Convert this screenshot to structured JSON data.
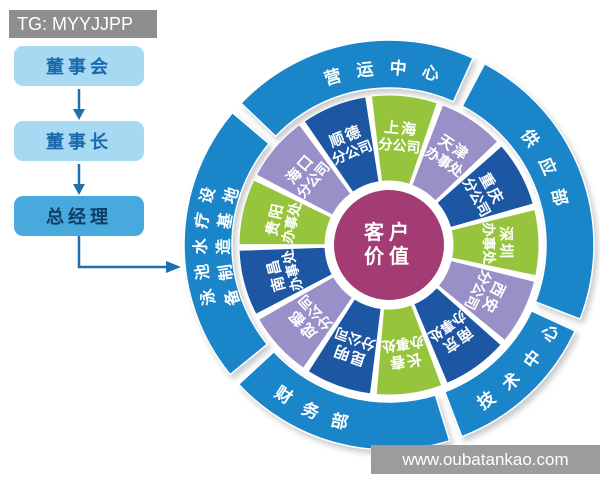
{
  "tag_bar": {
    "text": "TG: MYYJJPP"
  },
  "flowchart": {
    "nodes": [
      {
        "label": "董事会"
      },
      {
        "label": "董事长"
      },
      {
        "label": "总经理"
      }
    ]
  },
  "diagram": {
    "type": "radial-org-chart",
    "center": {
      "label": "客户价值",
      "lines": [
        "客户",
        "价值"
      ],
      "color": "#a33b74"
    },
    "palette": {
      "ring_blue": "#1a85c8",
      "dark_blue": "#1d57a4",
      "green": "#96c53d",
      "purple": "#9a90c8"
    },
    "outer_ring": [
      {
        "label": "营运中心",
        "start": -48,
        "end": 26,
        "text_mid": 0,
        "text_span": 66,
        "orient": "outward"
      },
      {
        "label": "供应部",
        "start": 26,
        "end": 113,
        "text_mid": 66,
        "text_span": 56,
        "orient": "outward"
      },
      {
        "label": "技术中心",
        "start": 113,
        "end": 161,
        "text_mid": 131,
        "text_span": 62,
        "orient": "inward"
      },
      {
        "label": "财务部",
        "start": 161,
        "end": 229,
        "text_mid": 203,
        "text_span": 56,
        "orient": "inward"
      },
      {
        "label": "泳池水疗设备制造基地",
        "lines": [
          "泳池水疗设",
          "备制造基地"
        ],
        "start": 229,
        "end": 312,
        "text_mid": 271,
        "text_span": 64,
        "orient": "outward"
      }
    ],
    "inner_start_angle": -7.85,
    "inner_ring": [
      {
        "label": "上海分公司",
        "lines": [
          "上海",
          "分公司"
        ],
        "color_key": "green"
      },
      {
        "label": "天津办事处",
        "lines": [
          "天津",
          "办事处"
        ],
        "color_key": "purple"
      },
      {
        "label": "重庆分公司",
        "lines": [
          "重庆",
          "分公司"
        ],
        "color_key": "dark_blue"
      },
      {
        "label": "深圳办事处",
        "lines": [
          "深圳",
          "办事处"
        ],
        "color_key": "green"
      },
      {
        "label": "西安分公司",
        "lines": [
          "西安",
          "分公司"
        ],
        "color_key": "purple"
      },
      {
        "label": "南京办事处",
        "lines": [
          "南京",
          "办事处"
        ],
        "color_key": "dark_blue"
      },
      {
        "label": "长春办事处",
        "lines": [
          "长春",
          "办事处"
        ],
        "color_key": "green"
      },
      {
        "label": "昆明分公司",
        "lines": [
          "昆明",
          "分公司"
        ],
        "color_key": "dark_blue"
      },
      {
        "label": "成都分公司",
        "lines": [
          "成都",
          "分公司"
        ],
        "color_key": "purple"
      },
      {
        "label": "南昌办事处",
        "lines": [
          "南昌",
          "办事处"
        ],
        "color_key": "dark_blue"
      },
      {
        "label": "贵阳办事处",
        "lines": [
          "贵阳",
          "办事处"
        ],
        "color_key": "green"
      },
      {
        "label": "海口分公司",
        "lines": [
          "海口",
          "分公司"
        ],
        "color_key": "purple"
      },
      {
        "label": "顺德分公司",
        "lines": [
          "顺德",
          "分公司"
        ],
        "color_key": "dark_blue"
      }
    ]
  },
  "footer": {
    "url": "www.oubatankao.com"
  }
}
